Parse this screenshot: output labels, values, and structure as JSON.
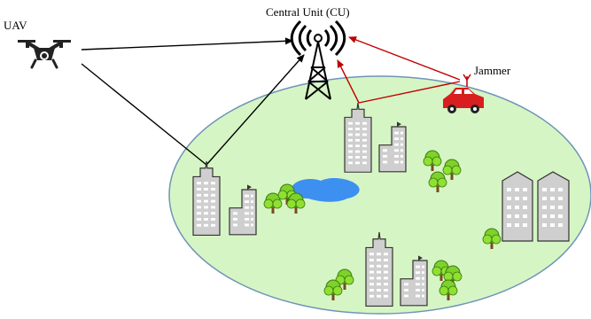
{
  "labels": {
    "cu": "Central Unit (CU)",
    "uav": "UAV",
    "jammer": "Jammer"
  },
  "colors": {
    "area_fill": "#d6f5c4",
    "area_stroke": "#6f94b8",
    "link": "#000000",
    "jam_link": "#c00000",
    "car": "#d81e1e",
    "building": "#cfcfcf",
    "lake": "#3d8ff0",
    "tree": "#7fd22a",
    "trunk": "#7a4b1e"
  },
  "icons": {
    "uav": "drone-icon",
    "tower": "antenna-tower-icon",
    "jammer": "car-icon",
    "building": "building-icon",
    "tree": "tree-icon",
    "lake": "lake-icon"
  }
}
